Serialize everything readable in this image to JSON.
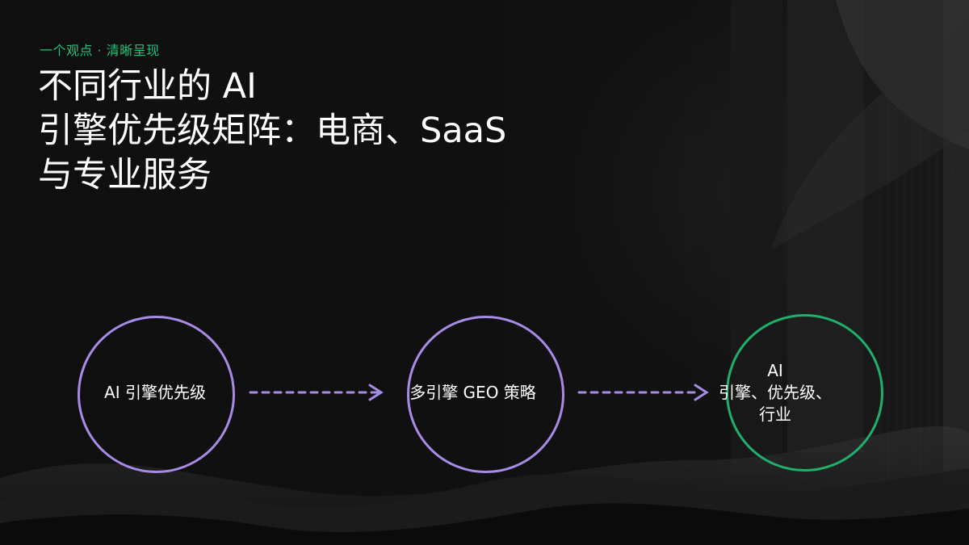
{
  "slide": {
    "eyebrow": "一个观点 · 清晰呈现",
    "title_lines": [
      "不同行业的 AI",
      "引擎优先级矩阵：电商、SaaS",
      "与专业服务"
    ]
  },
  "diagram": {
    "nodes": [
      {
        "label": "AI 引擎优先级",
        "color": "#a88be6"
      },
      {
        "label": "多引擎 GEO 策略",
        "color": "#a88be6"
      },
      {
        "label_lines": [
          "AI",
          "引擎、优先级、",
          "行业"
        ],
        "color": "#1fb06c"
      }
    ],
    "connector_color": "#a88be6"
  },
  "colors": {
    "accent_green": "#21c27a",
    "background": "#0f0f10"
  }
}
